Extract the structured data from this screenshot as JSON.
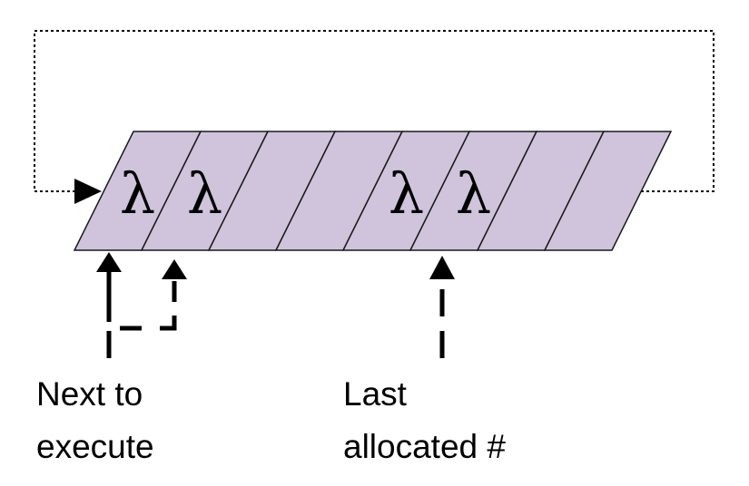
{
  "buffer": {
    "slot_count": 8,
    "slots": [
      {
        "symbol": "λ"
      },
      {
        "symbol": "λ"
      },
      {
        "symbol": ""
      },
      {
        "symbol": ""
      },
      {
        "symbol": "λ"
      },
      {
        "symbol": "λ"
      },
      {
        "symbol": ""
      },
      {
        "symbol": ""
      }
    ],
    "fill_color": "#cfc4dc",
    "outline_color": "#1a1a1a"
  },
  "labels": {
    "next_line1": "Next to",
    "next_line2": "execute",
    "last_line1": "Last",
    "last_line2": "allocated #"
  }
}
